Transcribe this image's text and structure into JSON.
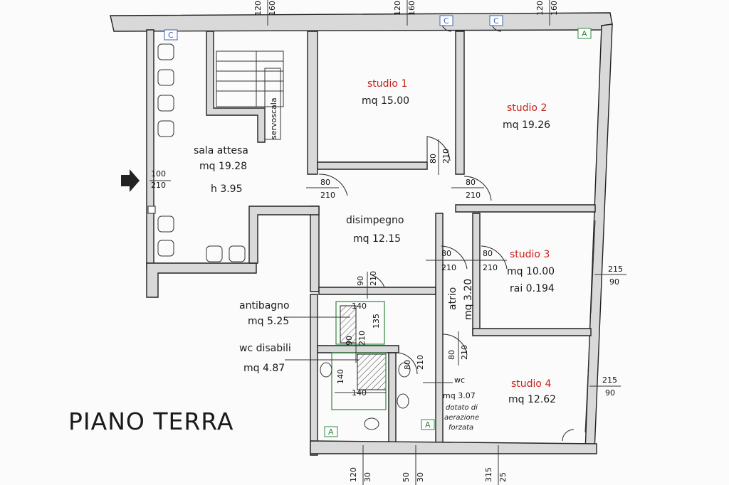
{
  "plan_title": "PIANO TERRA",
  "rooms": {
    "sala_attesa": {
      "name": "sala attesa",
      "area": "mq 19.28",
      "height": "h 3.95"
    },
    "studio1": {
      "name": "studio 1",
      "area": "mq 15.00"
    },
    "studio2": {
      "name": "studio 2",
      "area": "mq 19.26"
    },
    "studio3": {
      "name": "studio 3",
      "area": "mq 10.00",
      "rai": "rai 0.194"
    },
    "studio4": {
      "name": "studio 4",
      "area": "mq 12.62"
    },
    "disimpegno": {
      "name": "disimpegno",
      "area": "mq 12.15"
    },
    "antibagno": {
      "name": "antibagno",
      "area": "mq 5.25"
    },
    "wc_disabili": {
      "name": "wc disabili",
      "area": "mq 4.87"
    },
    "wc": {
      "name": "wc",
      "area": "mq 3.07",
      "note1": "dotato di",
      "note2": "aerazione",
      "note3": "forzata"
    },
    "atrio": {
      "name": "atrio",
      "area": "mq 3.20"
    },
    "servoscala": {
      "name": "servoscala"
    }
  },
  "dims": {
    "top1_a": "120",
    "top1_b": "160",
    "top2_a": "120",
    "top2_b": "160",
    "top3_a": "120",
    "top3_b": "160",
    "entry_w": "100",
    "entry_h": "210",
    "d_sala_w": "80",
    "d_sala_h": "210",
    "d_s1_w": "80",
    "d_s1_h": "210",
    "d_s2_w": "80",
    "d_s2_h": "210",
    "d_s3a_w": "80",
    "d_s3a_h": "210",
    "d_s3b_w": "80",
    "d_s3b_h": "210",
    "d_anti_w": "90",
    "d_anti_h": "210",
    "d_wcd_w": "90",
    "d_wcd_h": "210",
    "d_wc_w": "80",
    "d_wc_h": "210",
    "d_atrio_w": "80",
    "d_atrio_h": "210",
    "shower_a": "140",
    "shower_b": "135",
    "wcd_a": "140",
    "wcd_b": "140",
    "win3_a": "215",
    "win3_b": "90",
    "win4_a": "215",
    "win4_b": "90",
    "bot1_a": "120",
    "bot1_b": "30",
    "bot2_a": "50",
    "bot2_b": "30",
    "bot3_a": "315",
    "bot3_b": "25"
  },
  "markers": {
    "c": "C",
    "a": "A"
  },
  "colors": {
    "room_label_red": "#c8201a",
    "marker_c": "#3c64b4",
    "marker_a": "#2f8a3a"
  }
}
